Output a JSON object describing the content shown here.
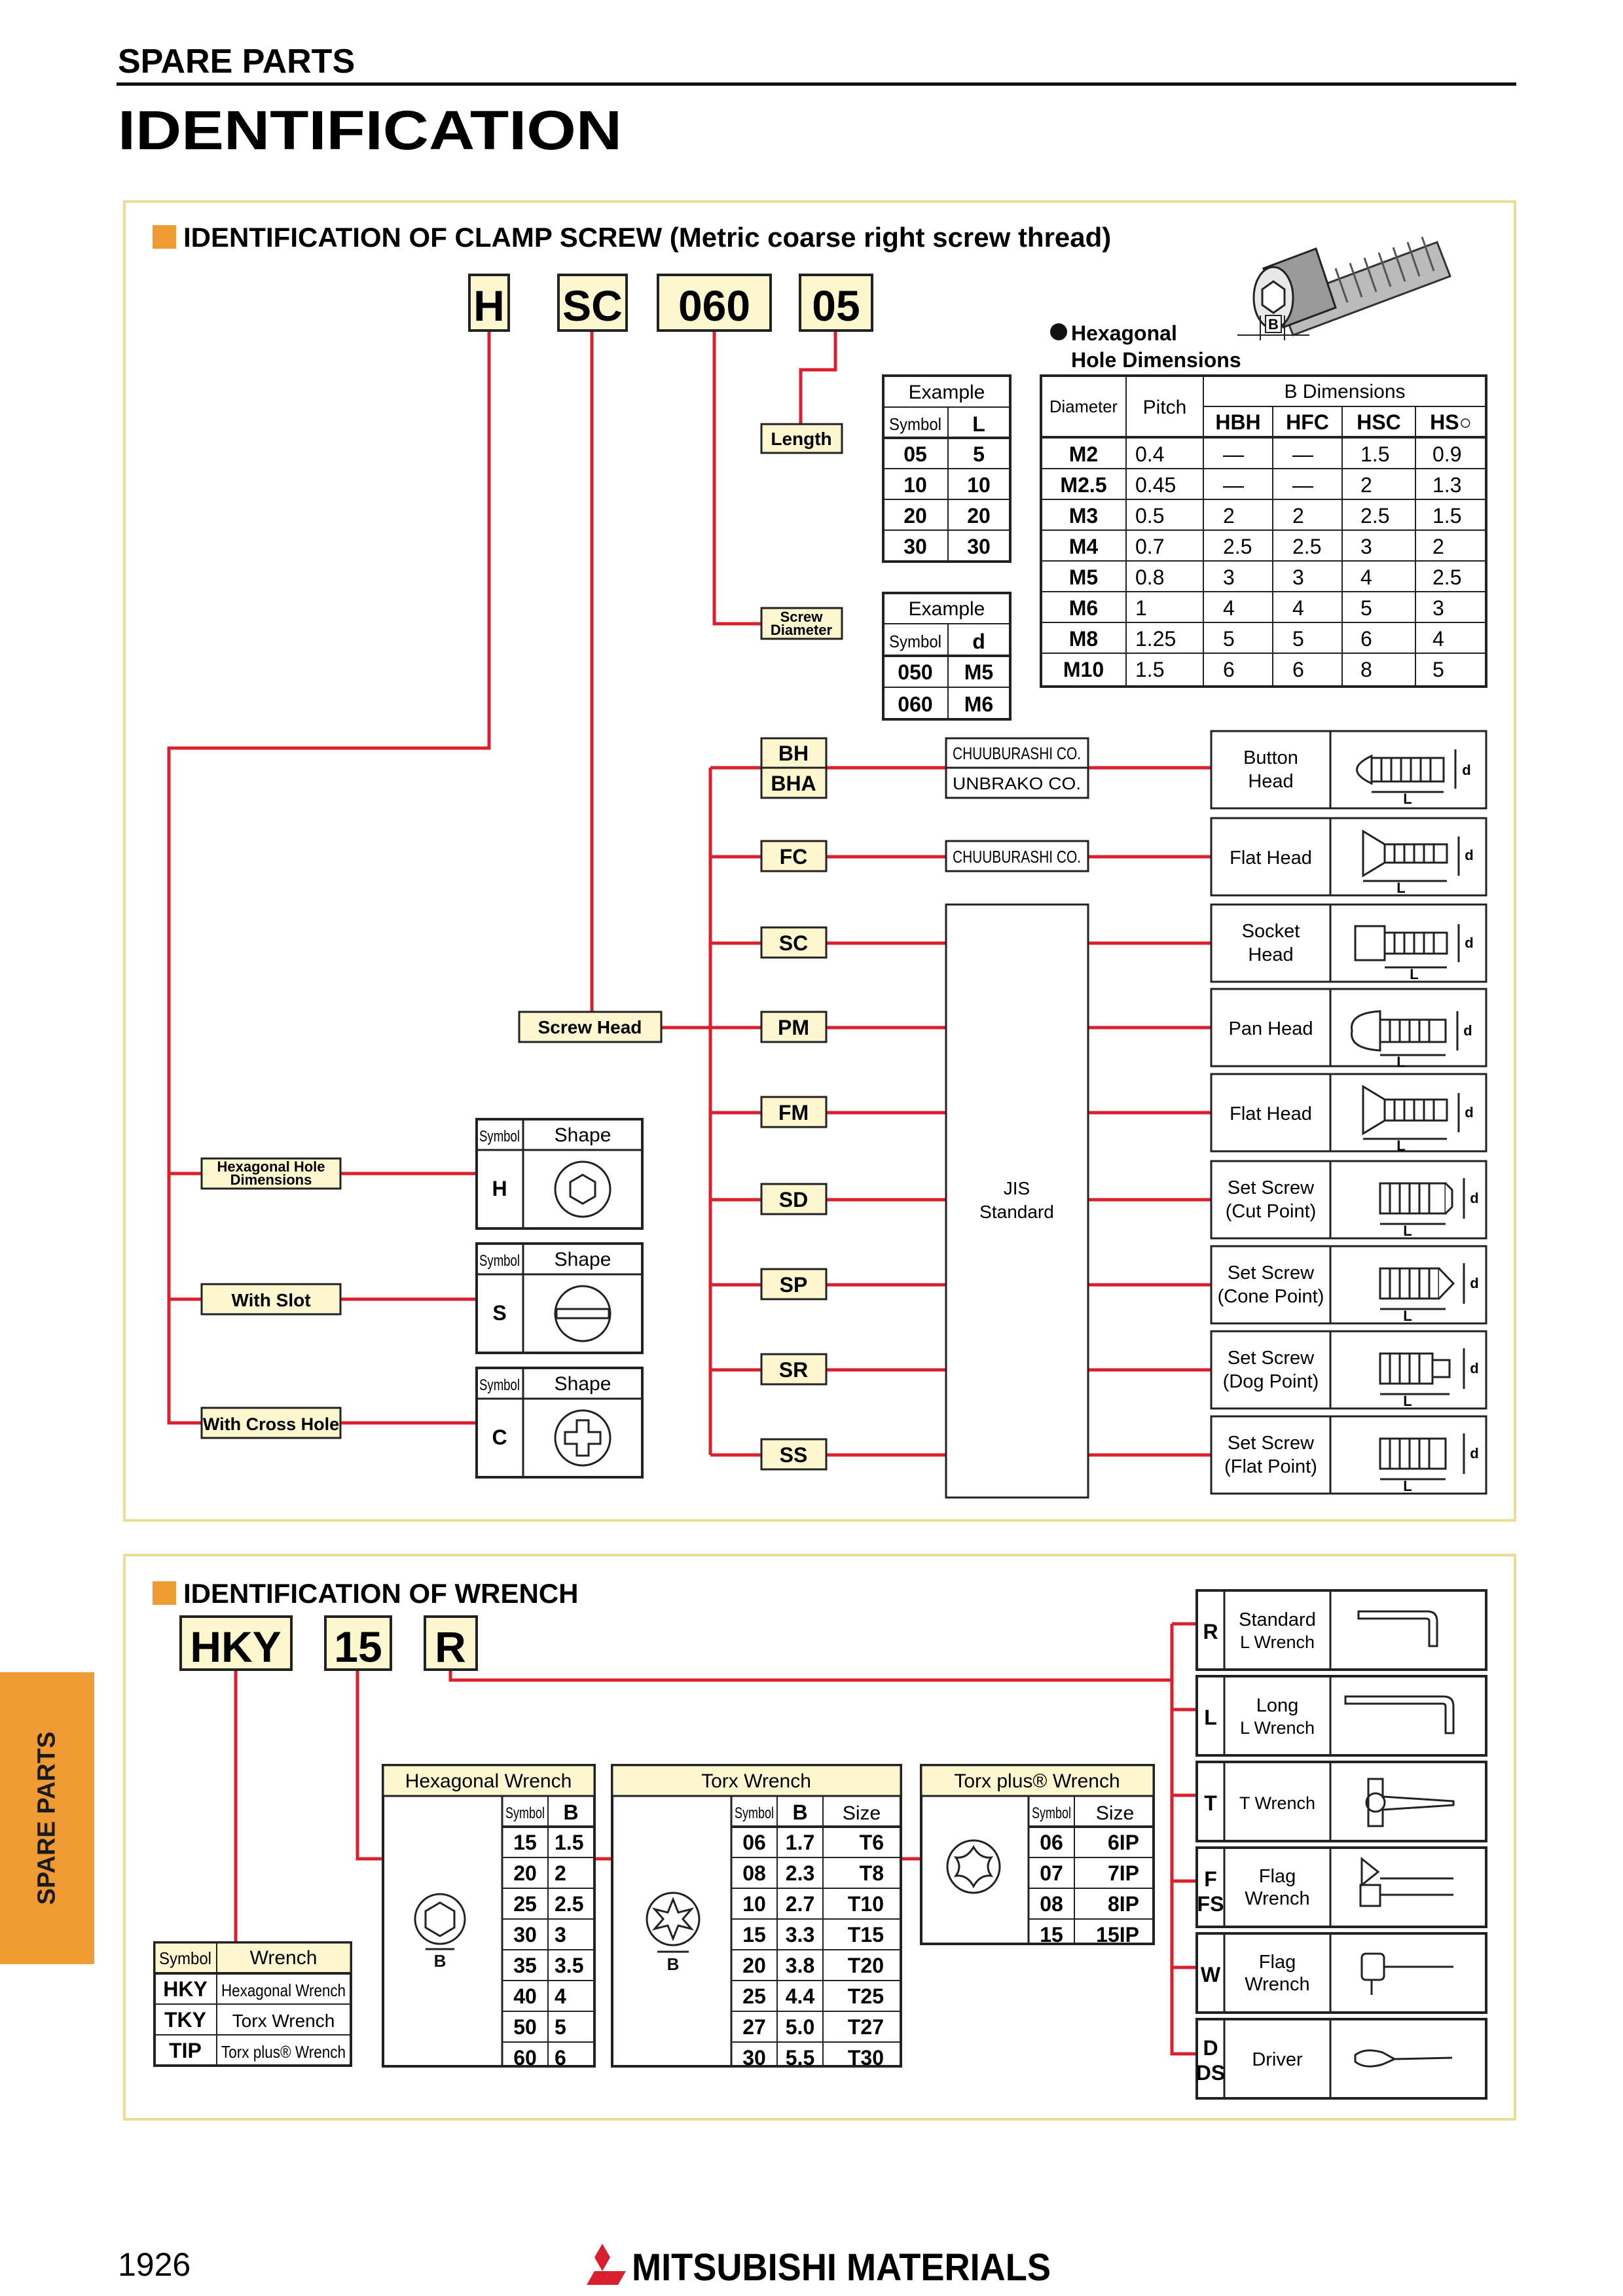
{
  "header": {
    "category": "SPARE PARTS",
    "title": "IDENTIFICATION",
    "page_number": "1926",
    "brand": "MITSUBISHI MATERIALS"
  },
  "side_tab": "SPARE PARTS",
  "clamp": {
    "section_title": "IDENTIFICATION OF CLAMP SCREW (Metric coarse right screw thread)",
    "code_boxes": [
      "H",
      "SC",
      "060",
      "05"
    ],
    "length_label": "Length",
    "diameter_label": [
      "Screw",
      "Diameter"
    ],
    "screw_head_label": "Screw Head",
    "length_table": {
      "example": "Example",
      "headers": [
        "Symbol",
        "L"
      ],
      "rows": [
        [
          "05",
          "5"
        ],
        [
          "10",
          "10"
        ],
        [
          "20",
          "20"
        ],
        [
          "30",
          "30"
        ]
      ]
    },
    "diameter_table": {
      "example": "Example",
      "headers": [
        "Symbol",
        "d"
      ],
      "rows": [
        [
          "050",
          "M5"
        ],
        [
          "060",
          "M6"
        ]
      ]
    },
    "hex_title": [
      "Hexagonal",
      "Hole Dimensions"
    ],
    "hex_table": {
      "headers": [
        "Diameter",
        "Pitch",
        "B Dimensions"
      ],
      "sub_headers": [
        "HBH",
        "HFC",
        "HSC",
        "HS○"
      ],
      "rows": [
        [
          "M2",
          "0.4",
          "—",
          "—",
          "1.5",
          "0.9"
        ],
        [
          "M2.5",
          "0.45",
          "—",
          "—",
          "2",
          "1.3"
        ],
        [
          "M3",
          "0.5",
          "2",
          "2",
          "2.5",
          "1.5"
        ],
        [
          "M4",
          "0.7",
          "2.5",
          "2.5",
          "3",
          "2"
        ],
        [
          "M5",
          "0.8",
          "3",
          "3",
          "4",
          "2.5"
        ],
        [
          "M6",
          "1",
          "4",
          "4",
          "5",
          "3"
        ],
        [
          "M8",
          "1.25",
          "5",
          "5",
          "6",
          "4"
        ],
        [
          "M10",
          "1.5",
          "6",
          "6",
          "8",
          "5"
        ]
      ]
    },
    "head_codes": [
      "BH",
      "BHA",
      "FC",
      "SC",
      "PM",
      "FM",
      "SD",
      "SP",
      "SR",
      "SS"
    ],
    "makers": [
      "CHUUBURASHI CO.",
      "UNBRAKO CO.",
      "CHUUBURASHI CO."
    ],
    "jis": [
      "JIS",
      "Standard"
    ],
    "head_types": [
      [
        "Button",
        "Head"
      ],
      [
        "Flat Head"
      ],
      [
        "Socket",
        "Head"
      ],
      [
        "Pan Head"
      ],
      [
        "Flat Head"
      ],
      [
        "Set Screw",
        "(Cut Point)"
      ],
      [
        "Set Screw",
        "(Cone Point)"
      ],
      [
        "Set Screw",
        "(Dog Point)"
      ],
      [
        "Set Screw",
        "(Flat Point)"
      ]
    ],
    "hole_labels": [
      [
        "Hexagonal Hole",
        "Dimensions"
      ],
      [
        "With Slot"
      ],
      [
        "With Cross Hole"
      ]
    ],
    "shape_tables": [
      {
        "headers": [
          "Symbol",
          "Shape"
        ],
        "symbol": "H",
        "icon": "hexagon-socket-icon"
      },
      {
        "headers": [
          "Symbol",
          "Shape"
        ],
        "symbol": "S",
        "icon": "slot-icon"
      },
      {
        "headers": [
          "Symbol",
          "Shape"
        ],
        "symbol": "C",
        "icon": "cross-hole-icon"
      }
    ],
    "dim_labels": {
      "L": "L",
      "d": "d",
      "B": "B"
    }
  },
  "wrench": {
    "section_title": "IDENTIFICATION OF WRENCH",
    "code_boxes": [
      "HKY",
      "15",
      "R"
    ],
    "wrench_table": {
      "headers": [
        "Symbol",
        "Wrench"
      ],
      "rows": [
        [
          "HKY",
          "Hexagonal Wrench"
        ],
        [
          "TKY",
          "Torx Wrench"
        ],
        [
          "TIP",
          "Torx plus® Wrench"
        ]
      ]
    },
    "hex_wrench": {
      "title": "Hexagonal Wrench",
      "headers": [
        "Symbol",
        "B"
      ],
      "rows": [
        [
          "15",
          "1.5"
        ],
        [
          "20",
          "2"
        ],
        [
          "25",
          "2.5"
        ],
        [
          "30",
          "3"
        ],
        [
          "35",
          "3.5"
        ],
        [
          "40",
          "4"
        ],
        [
          "50",
          "5"
        ],
        [
          "60",
          "6"
        ]
      ]
    },
    "torx_wrench": {
      "title": "Torx Wrench",
      "headers": [
        "Symbol",
        "B",
        "Size"
      ],
      "rows": [
        [
          "06",
          "1.7",
          "T6"
        ],
        [
          "08",
          "2.3",
          "T8"
        ],
        [
          "10",
          "2.7",
          "T10"
        ],
        [
          "15",
          "3.3",
          "T15"
        ],
        [
          "20",
          "3.8",
          "T20"
        ],
        [
          "25",
          "4.4",
          "T25"
        ],
        [
          "27",
          "5.0",
          "T27"
        ],
        [
          "30",
          "5.5",
          "T30"
        ]
      ]
    },
    "torxplus_wrench": {
      "title": "Torx plus® Wrench",
      "headers": [
        "Symbol",
        "Size"
      ],
      "rows": [
        [
          "06",
          "6IP"
        ],
        [
          "07",
          "7IP"
        ],
        [
          "08",
          "8IP"
        ],
        [
          "15",
          "15IP"
        ]
      ]
    },
    "types": [
      {
        "code": "R",
        "name": [
          "Standard",
          "L Wrench"
        ]
      },
      {
        "code": "L",
        "name": [
          "Long",
          "L Wrench"
        ]
      },
      {
        "code": "T",
        "name": [
          "T Wrench"
        ]
      },
      {
        "code": "F FS",
        "name": [
          "Flag",
          "Wrench"
        ]
      },
      {
        "code": "W",
        "name": [
          "Flag",
          "Wrench"
        ]
      },
      {
        "code": "D DS",
        "name": [
          "Driver"
        ]
      }
    ]
  },
  "colors": {
    "red": "#d8202e",
    "box_fill": "#fdf7d0",
    "orange": "#ef9a32",
    "frame": "#eddc93"
  }
}
